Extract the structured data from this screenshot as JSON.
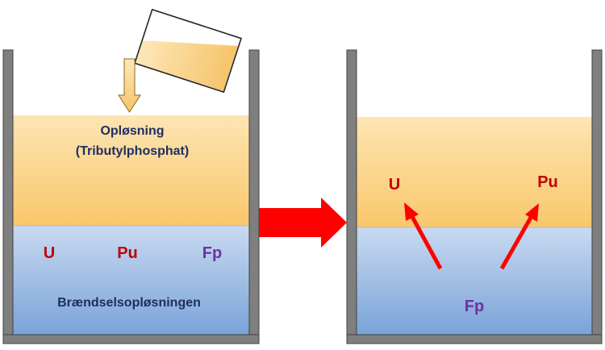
{
  "left_beaker": {
    "solvent_line1": "Opløsning",
    "solvent_line2": "(Tributylphosphat)",
    "aqueous_label": "Brændselsopløsningen",
    "elements": {
      "u": "U",
      "pu": "Pu",
      "fp": "Fp"
    }
  },
  "right_beaker": {
    "elements": {
      "u": "U",
      "pu": "Pu",
      "fp": "Fp"
    }
  },
  "colors": {
    "organic_top": "#fde3ad",
    "organic_bottom": "#f9c970",
    "aqueous_top": "#c5d8ef",
    "aqueous_bottom": "#7ea6da",
    "wall": "#7f7f7f",
    "wall_stroke": "#404040",
    "arrow_red": "#ff0000",
    "text_navy": "#1f2d60",
    "text_red": "#c00000",
    "text_purple": "#7030a0"
  }
}
